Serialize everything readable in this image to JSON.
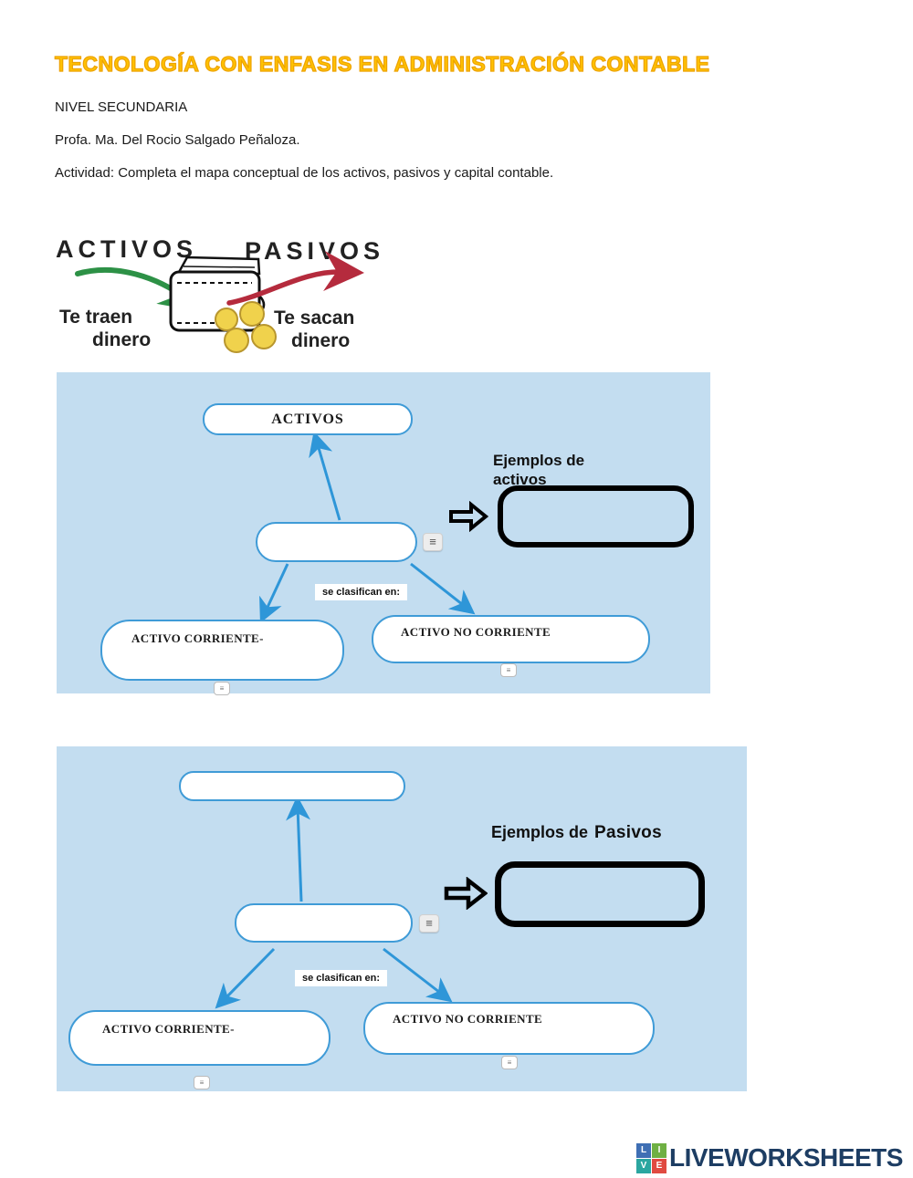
{
  "header": {
    "title": "TECNOLOGÍA CON ENFASIS EN ADMINISTRACIÓN CONTABLE",
    "line1": "NIVEL SECUNDARIA",
    "line2": "Profa. Ma. Del Rocio Salgado Peñaloza.",
    "line3": "Actividad: Completa el mapa conceptual de los activos, pasivos y capital contable."
  },
  "illustration": {
    "activos_label": "ACTIVOS",
    "pasivos_label": "PASIVOS",
    "activos_caption_line1": "Te traen",
    "activos_caption_line2": "dinero",
    "pasivos_caption_line1": "Te sacan",
    "pasivos_caption_line2": "dinero"
  },
  "map_activos": {
    "top_box_label": "ACTIVOS",
    "middle_box_label": "",
    "connector_label": "se clasifican en:",
    "left_box_label": "ACTIVO CORRIENTE-",
    "right_box_label": "ACTIVO NO CORRIENTE",
    "examples_title_line1": "Ejemplos de",
    "examples_title_line2": "activos",
    "menu_icon": "≡",
    "mini_badge_icon": "≡"
  },
  "map_pasivos": {
    "top_box_label": "",
    "middle_box_label": "",
    "connector_label": "se clasifican en:",
    "left_box_label": "ACTIVO CORRIENTE-",
    "right_box_label": "ACTIVO NO CORRIENTE",
    "examples_title_prefix": "Ejemplos de",
    "examples_title_emphasis": "Pasivos",
    "menu_icon": "≡",
    "mini_badge_icon": "≡"
  },
  "footer": {
    "logo_tiles": [
      "L",
      "I",
      "V",
      "E"
    ],
    "brand": "LIVEWORKSHEETS"
  },
  "colors": {
    "panel_background": "#c3ddf0",
    "box_border_blue": "#3f9bd7",
    "arrow_blue": "#2e96d8",
    "title_yellow": "#ffc200",
    "title_outline": "#eda200",
    "brand_navy": "#1d3d63",
    "tile_blue": "#3f6fb4",
    "tile_green": "#6fb043",
    "tile_teal": "#2ba6a0",
    "tile_red": "#e04a41",
    "illustration_green_arrow": "#2d9146",
    "illustration_red_arrow": "#b52b3d",
    "coin_gold": "#f0d24c"
  }
}
